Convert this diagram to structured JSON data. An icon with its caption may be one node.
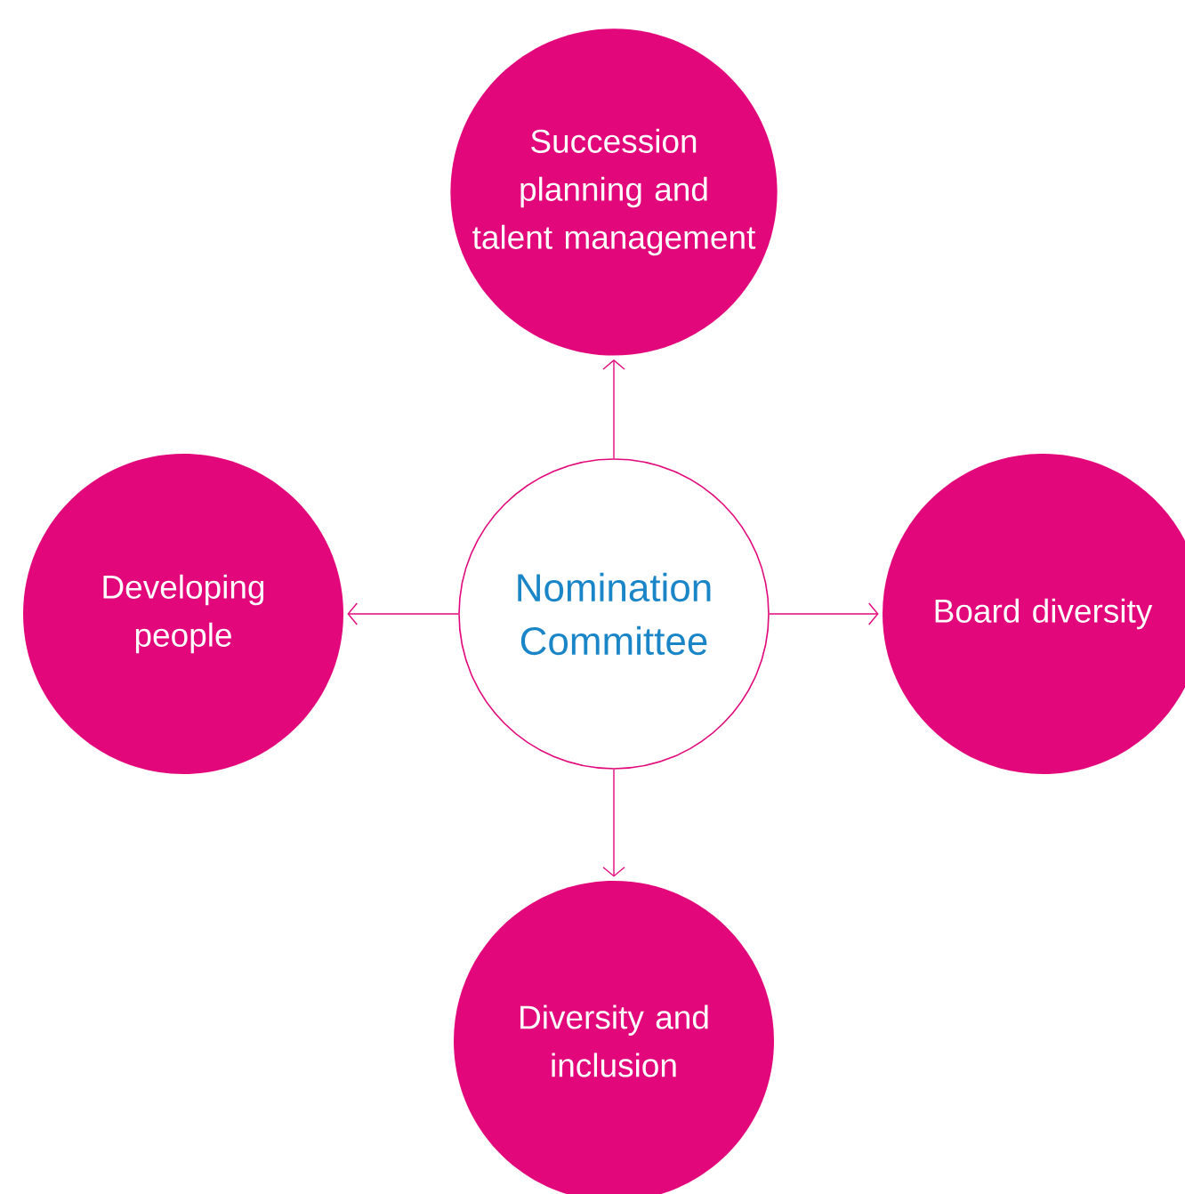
{
  "diagram": {
    "nodes": [
      {
        "text": [
          "Nomination Committee"
        ]
      },
      {
        "text": [
          "Succession planning and talent management"
        ]
      },
      {
        "text": [
          "Developing people"
        ]
      },
      {
        "text": [
          "Board diversity"
        ]
      },
      {
        "text": [
          "Diversity and inclusion"
        ]
      }
    ],
    "edges": [
      {
        "from": 0,
        "to": 1,
        "arrow": "to"
      },
      {
        "from": 0,
        "to": 2,
        "arrow": "to"
      },
      {
        "from": 0,
        "to": 3,
        "arrow": "to"
      },
      {
        "from": 0,
        "to": 4,
        "arrow": "to"
      }
    ]
  }
}
